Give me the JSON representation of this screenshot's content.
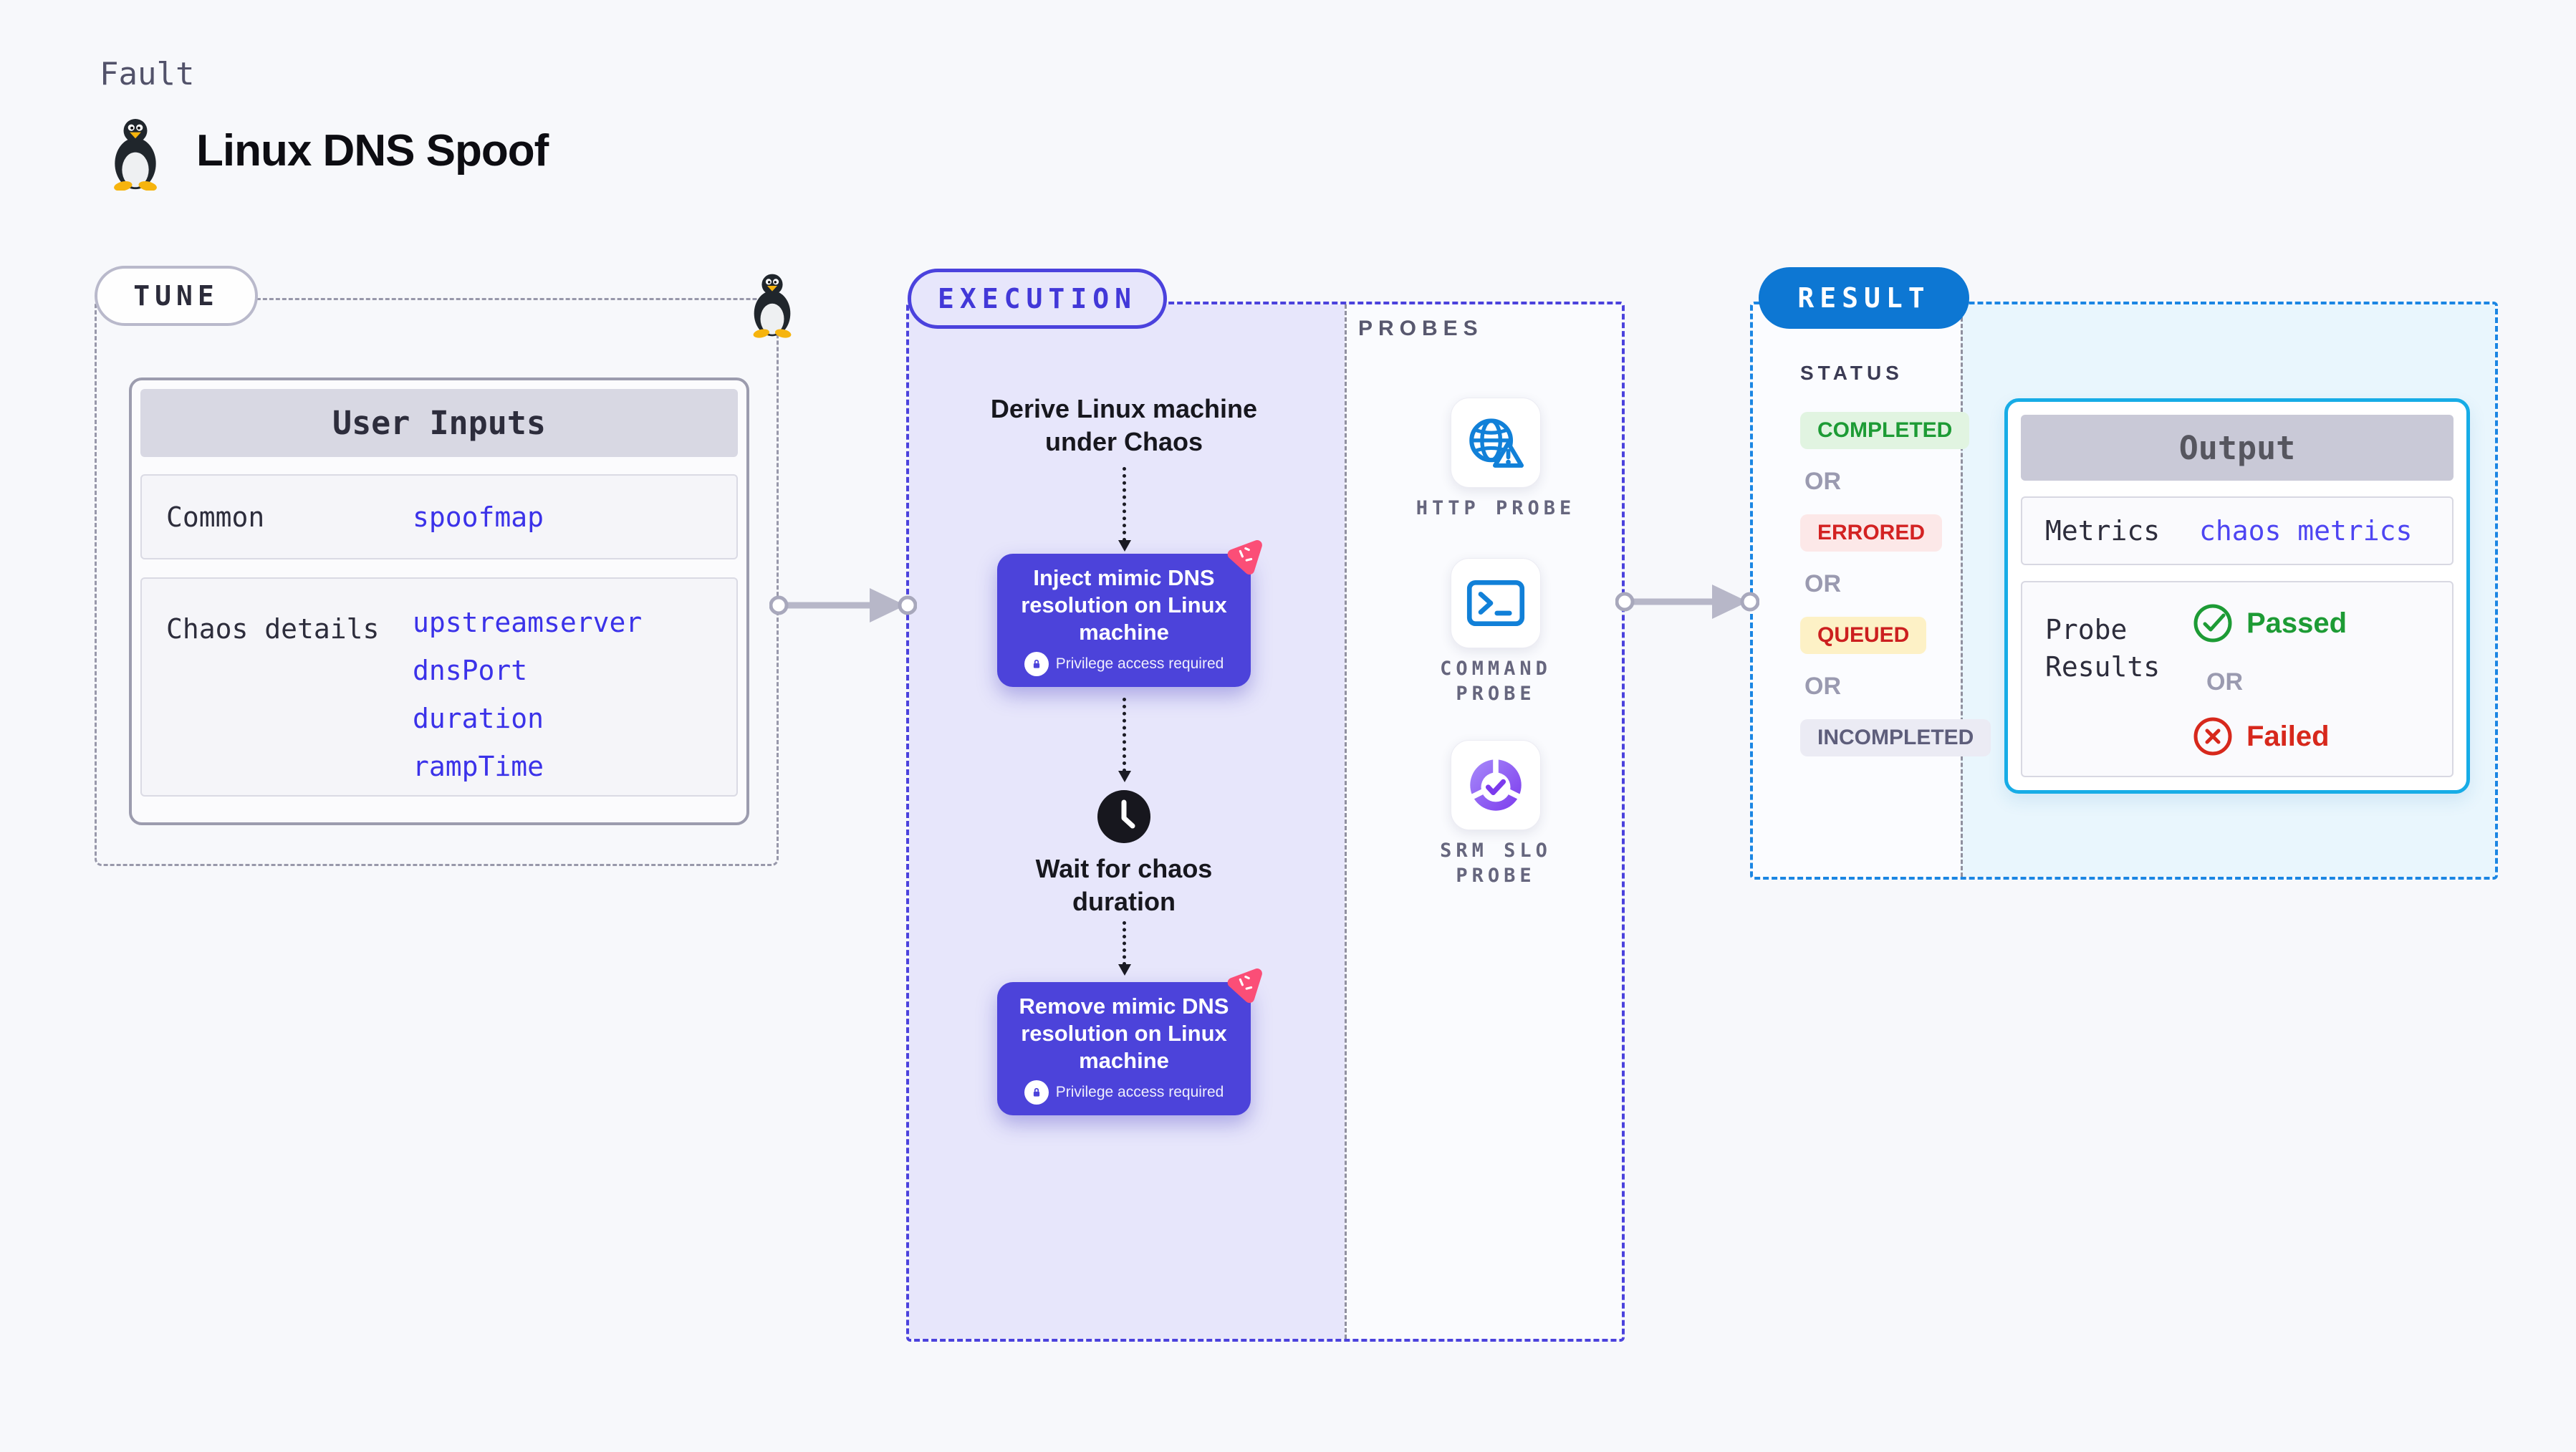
{
  "header": {
    "kicker": "Fault",
    "title": "Linux DNS Spoof"
  },
  "tune": {
    "label": "TUNE",
    "card_title": "User Inputs",
    "rows": [
      {
        "label": "Common",
        "values": [
          "spoofmap"
        ]
      },
      {
        "label": "Chaos details",
        "values": [
          "upstreamserver",
          "dnsPort",
          "duration",
          "rampTime"
        ]
      }
    ]
  },
  "execution": {
    "label": "EXECUTION",
    "derive_step": "Derive Linux machine under Chaos",
    "inject_step": {
      "title": "Inject mimic DNS resolution on Linux machine",
      "badge": "Privilege access required"
    },
    "wait_step": "Wait for chaos duration",
    "remove_step": {
      "title": "Remove mimic DNS resolution on Linux machine",
      "badge": "Privilege access required"
    }
  },
  "probes": {
    "label": "PROBES",
    "items": [
      {
        "name": "HTTP PROBE",
        "icon": "http-probe-icon"
      },
      {
        "name": "COMMAND PROBE",
        "icon": "command-probe-icon"
      },
      {
        "name": "SRM SLO PROBE",
        "icon": "srm-slo-probe-icon"
      }
    ]
  },
  "result": {
    "label": "RESULT",
    "status_label": "STATUS",
    "or_label": "OR",
    "statuses": [
      {
        "text": "COMPLETED",
        "type": "success"
      },
      {
        "text": "ERRORED",
        "type": "error"
      },
      {
        "text": "QUEUED",
        "type": "queued"
      },
      {
        "text": "INCOMPLETED",
        "type": "incomplete"
      }
    ],
    "output": {
      "title": "Output",
      "metrics_label": "Metrics",
      "metrics_value": "chaos metrics",
      "probe_results_label": "Probe Results",
      "passed": "Passed",
      "failed": "Failed"
    }
  },
  "colors": {
    "accent_indigo": "#4b42dd",
    "accent_blue": "#0d77d3",
    "lavender": "#e7e6fb",
    "result_panel": "#e9f6fd",
    "litmus_pink": "#fb4e77",
    "passed_green": "#1d9b35",
    "failed_red": "#d7281c",
    "value_blue": "#3b32e9"
  }
}
